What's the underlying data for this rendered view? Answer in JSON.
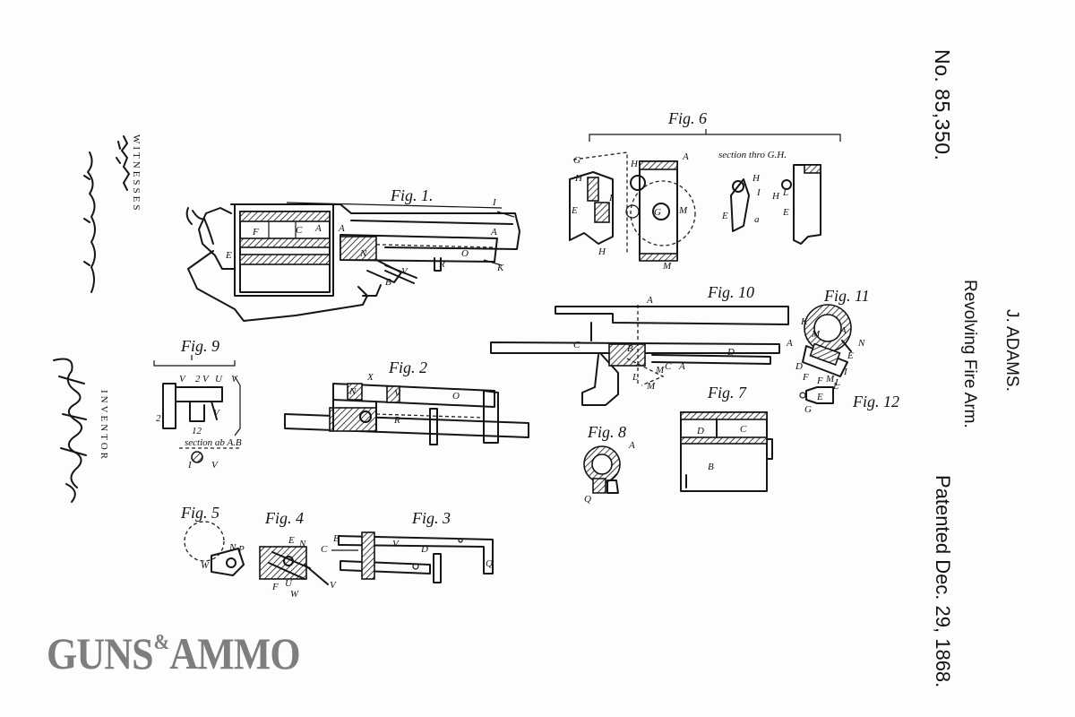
{
  "patent": {
    "number": "No. 85,350.",
    "inventor": "J. ADAMS.",
    "title": "Revolving Fire Arm.",
    "date": "Patented Dec. 29, 1868."
  },
  "margin": {
    "witnesses_label": "WITNESSES",
    "inventor_label": "INVENTOR"
  },
  "figures": {
    "fig1": "Fig. 1.",
    "fig2": "Fig. 2",
    "fig3": "Fig. 3",
    "fig4": "Fig. 4",
    "fig5": "Fig. 5",
    "fig6": "Fig. 6",
    "fig7": "Fig. 7",
    "fig8": "Fig. 8",
    "fig9": "Fig. 9",
    "fig10": "Fig. 10",
    "fig11": "Fig. 11",
    "fig12": "Fig. 12"
  },
  "section_notes": {
    "gh": "section thro G.H.",
    "ab": "section ab A.B"
  },
  "logo": {
    "left": "GUNS",
    "amp": "&",
    "right": "AMMO"
  }
}
